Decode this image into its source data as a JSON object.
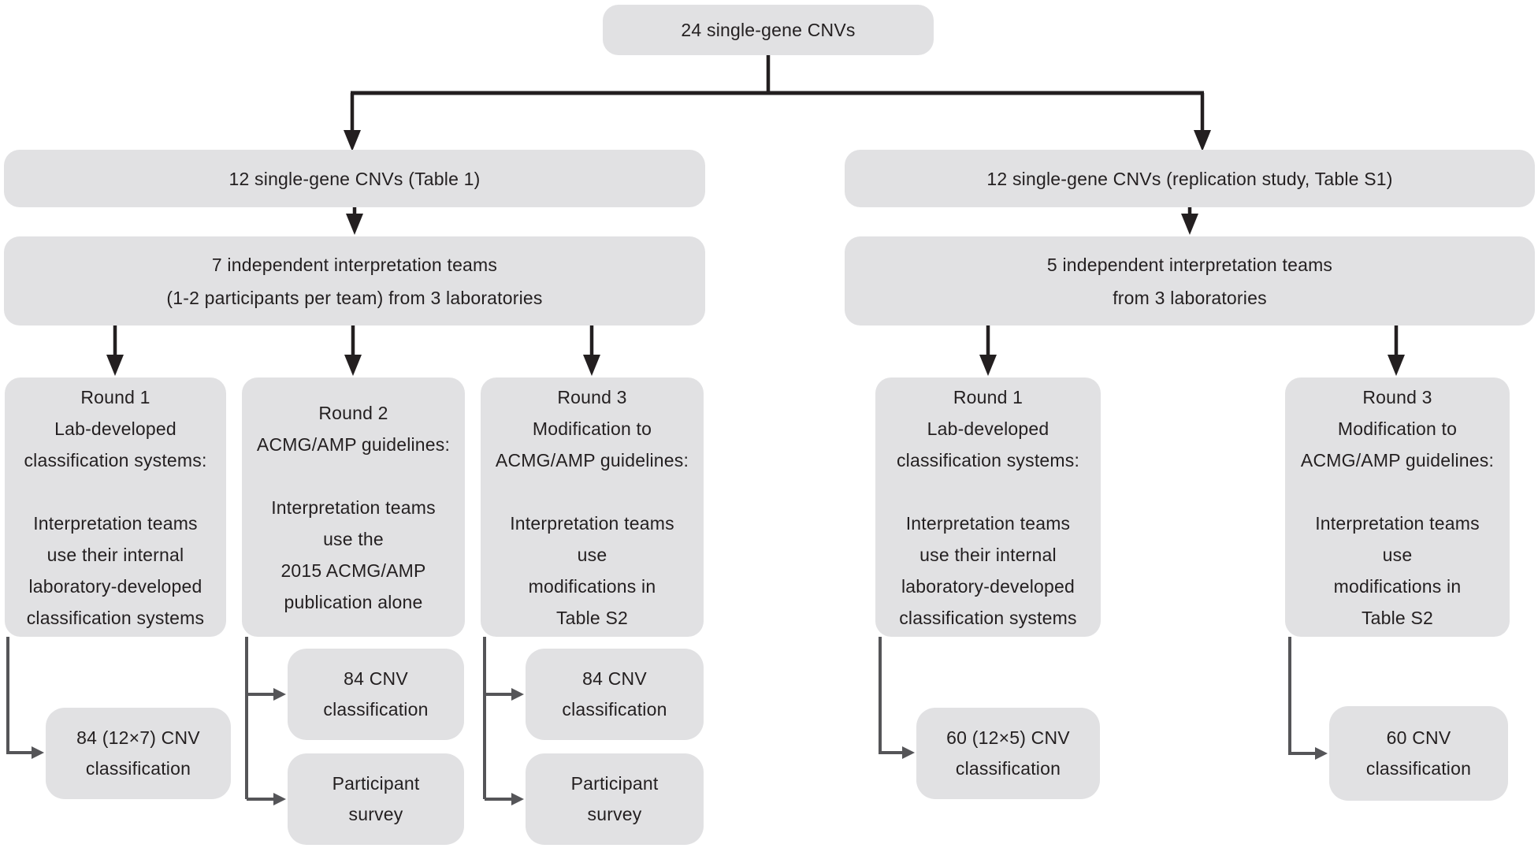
{
  "figure": {
    "type": "flowchart",
    "title": "CNV classification study design flow"
  },
  "colors": {
    "box_fill": "#e1e1e3",
    "text": "#231f20",
    "arrow_main": "#231f20",
    "arrow_connector": "#555558",
    "background": "#ffffff"
  },
  "boxes": {
    "root": "24 single-gene CNVs",
    "left": {
      "cohort": "12 single-gene CNVs (Table 1)",
      "teams": [
        "7 independent interpretation teams",
        "(1-2 participants per team) from 3 laboratories"
      ],
      "round1": [
        "Round 1",
        "Lab-developed",
        "classification systems:",
        "",
        "Interpretation teams",
        "use their internal",
        "laboratory-developed",
        "classification systems"
      ],
      "round2": [
        "Round 2",
        "ACMG/AMP guidelines:",
        "",
        "Interpretation teams",
        "use the",
        "2015 ACMG/AMP",
        "publication alone"
      ],
      "round3": [
        "Round 3",
        "Modification to",
        "ACMG/AMP guidelines:",
        "",
        "Interpretation teams",
        "use",
        "modifications in",
        "Table S2"
      ],
      "round1_output": [
        "84 (12×7) CNV",
        "classification"
      ],
      "round2_output_classification": [
        "84 CNV",
        "classification"
      ],
      "round2_output_survey": [
        "Participant",
        "survey"
      ],
      "round3_output_classification": [
        "84 CNV",
        "classification"
      ],
      "round3_output_survey": [
        "Participant",
        "survey"
      ]
    },
    "right": {
      "cohort": "12 single-gene CNVs (replication study, Table S1)",
      "teams": [
        "5 independent interpretation teams",
        "from 3 laboratories"
      ],
      "round1": [
        "Round 1",
        "Lab-developed",
        "classification systems:",
        "",
        "Interpretation teams",
        "use their internal",
        "laboratory-developed",
        "classification systems"
      ],
      "round3": [
        "Round 3",
        "Modification to",
        "ACMG/AMP guidelines:",
        "",
        "Interpretation teams",
        "use",
        "modifications in",
        "Table S2"
      ],
      "round1_output": [
        "60 (12×5) CNV",
        "classification"
      ],
      "round3_output": [
        "60 CNV",
        "classification"
      ]
    }
  }
}
